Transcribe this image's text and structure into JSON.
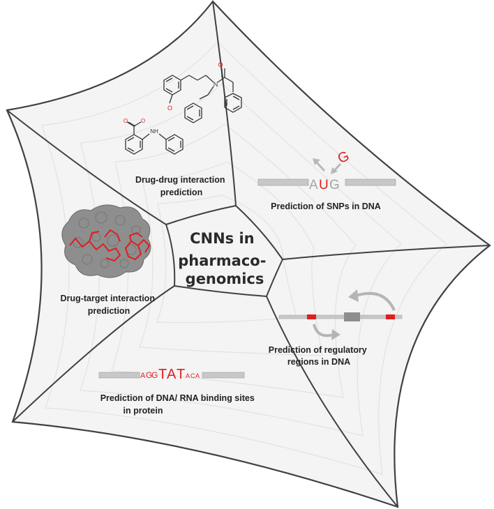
{
  "center": {
    "title_lines": [
      "CNNs in",
      "pharmaco-",
      "genomics"
    ]
  },
  "segments": {
    "ddi": {
      "lines": [
        "Drug-drug interaction",
        "prediction"
      ],
      "atom_o": "O",
      "atom_o2": "O",
      "atom_n": "N",
      "atom_nh": "NH"
    },
    "snp": {
      "lines": [
        "Prediction of SNPs in DNA"
      ],
      "seq_a": "A",
      "seq_u": "U",
      "seq_g": "G",
      "mutation": "G"
    },
    "reg": {
      "lines": [
        "Prediction of regulatory",
        "regions in DNA"
      ]
    },
    "bind": {
      "lines": [
        "Prediction of DNA/ RNA binding sites",
        "in protein"
      ],
      "motif": [
        "A",
        "G",
        "G",
        "T",
        "A",
        "T",
        "A",
        "C",
        "A"
      ]
    },
    "dti": {
      "lines": [
        "Drug-target interaction",
        "prediction"
      ]
    }
  },
  "colors": {
    "web_fill": "#f4f4f4",
    "web_stroke": "#3f3f45",
    "thread": "#e2e2e2",
    "accent": "#e01e1e",
    "gray_bar": "#c8c8c8",
    "protein": "#8e8e8e"
  }
}
